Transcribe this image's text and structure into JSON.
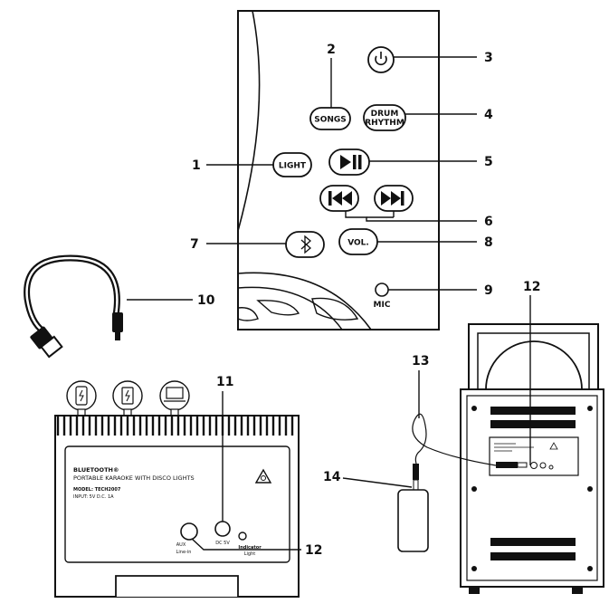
{
  "remote": {
    "buttons": {
      "songs": "SONGS",
      "drum_line1": "DRUM",
      "drum_line2": "RHYTHM",
      "light": "LIGHT",
      "vol": "VOL.",
      "mic": "MIC"
    },
    "callouts": {
      "c1": "1",
      "c2": "2",
      "c3": "3",
      "c4": "4",
      "c5": "5",
      "c6": "6",
      "c7": "7",
      "c8": "8",
      "c9": "9"
    }
  },
  "cable": {
    "callout": "10"
  },
  "back_panel": {
    "title": "BLUETOOTH®",
    "subtitle": "PORTABLE KARAOKE WITH DISCO LIGHTS",
    "model": "MODEL: TECH2007",
    "input": "INPUT: 5V D.C. 1A",
    "aux_line1": "AUX",
    "aux_line2": "Line-in",
    "dc_label": "DC 5V",
    "indicator_line1": "Indicator",
    "indicator_line2": "Light",
    "callout_11": "11",
    "callout_12": "12"
  },
  "speaker": {
    "callout_12": "12",
    "callout_13": "13",
    "callout_14": "14"
  }
}
